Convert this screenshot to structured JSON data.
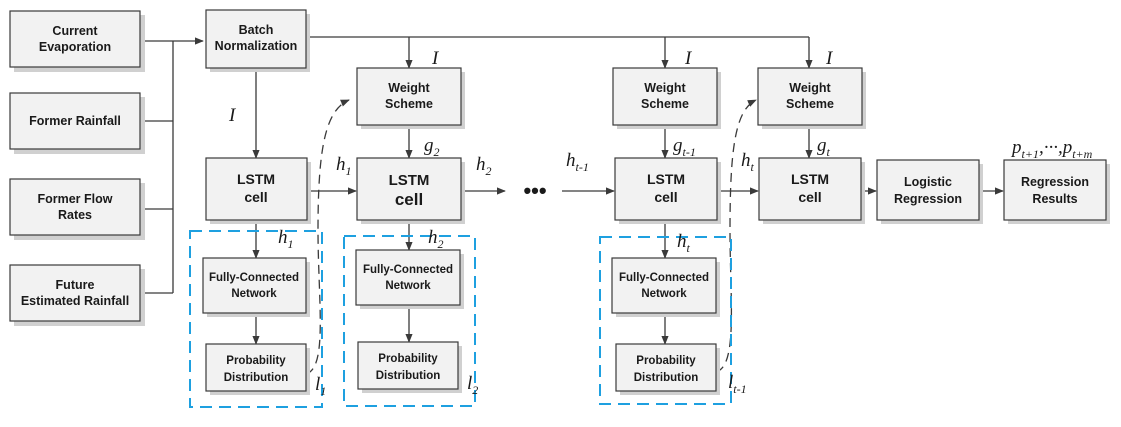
{
  "inputs": {
    "current_evaporation": [
      "Current",
      "Evaporation"
    ],
    "former_rainfall": [
      "Former Rainfall"
    ],
    "former_flow_rates": [
      "Former Flow",
      "Rates"
    ],
    "future_estimated_rainfall": [
      "Future",
      "Estimated Rainfall"
    ]
  },
  "batch_norm": [
    "Batch",
    "Normalization"
  ],
  "weight_scheme": [
    "Weight",
    "Scheme"
  ],
  "lstm": [
    "LSTM",
    "cell"
  ],
  "fcn": [
    "Fully-Connected",
    "Network"
  ],
  "prob": [
    "Probability",
    "Distribution"
  ],
  "logistic": [
    "Logistic",
    "Regression"
  ],
  "results": [
    "Regression",
    "Results"
  ],
  "ellipsis": "•••",
  "sym": {
    "I": "I",
    "h1": "h",
    "h1_sub": "1",
    "h2": "h",
    "h2_sub": "2",
    "ht1": "h",
    "ht1_sub": "t-1",
    "ht": "h",
    "ht_sub": "t",
    "g2": "g",
    "g2_sub": "2",
    "gt1": "g",
    "gt1_sub": "t-1",
    "gt": "g",
    "gt_sub": "t",
    "l1": "l",
    "l1_sub": "1",
    "l2": "l",
    "l2_sub": "2",
    "lt1": "l",
    "lt1_sub": "t-1",
    "p_main1": "p",
    "p_sub1": "t+1",
    "p_mid": ",···,",
    "p_main2": "p",
    "p_sub2": "t+m"
  }
}
